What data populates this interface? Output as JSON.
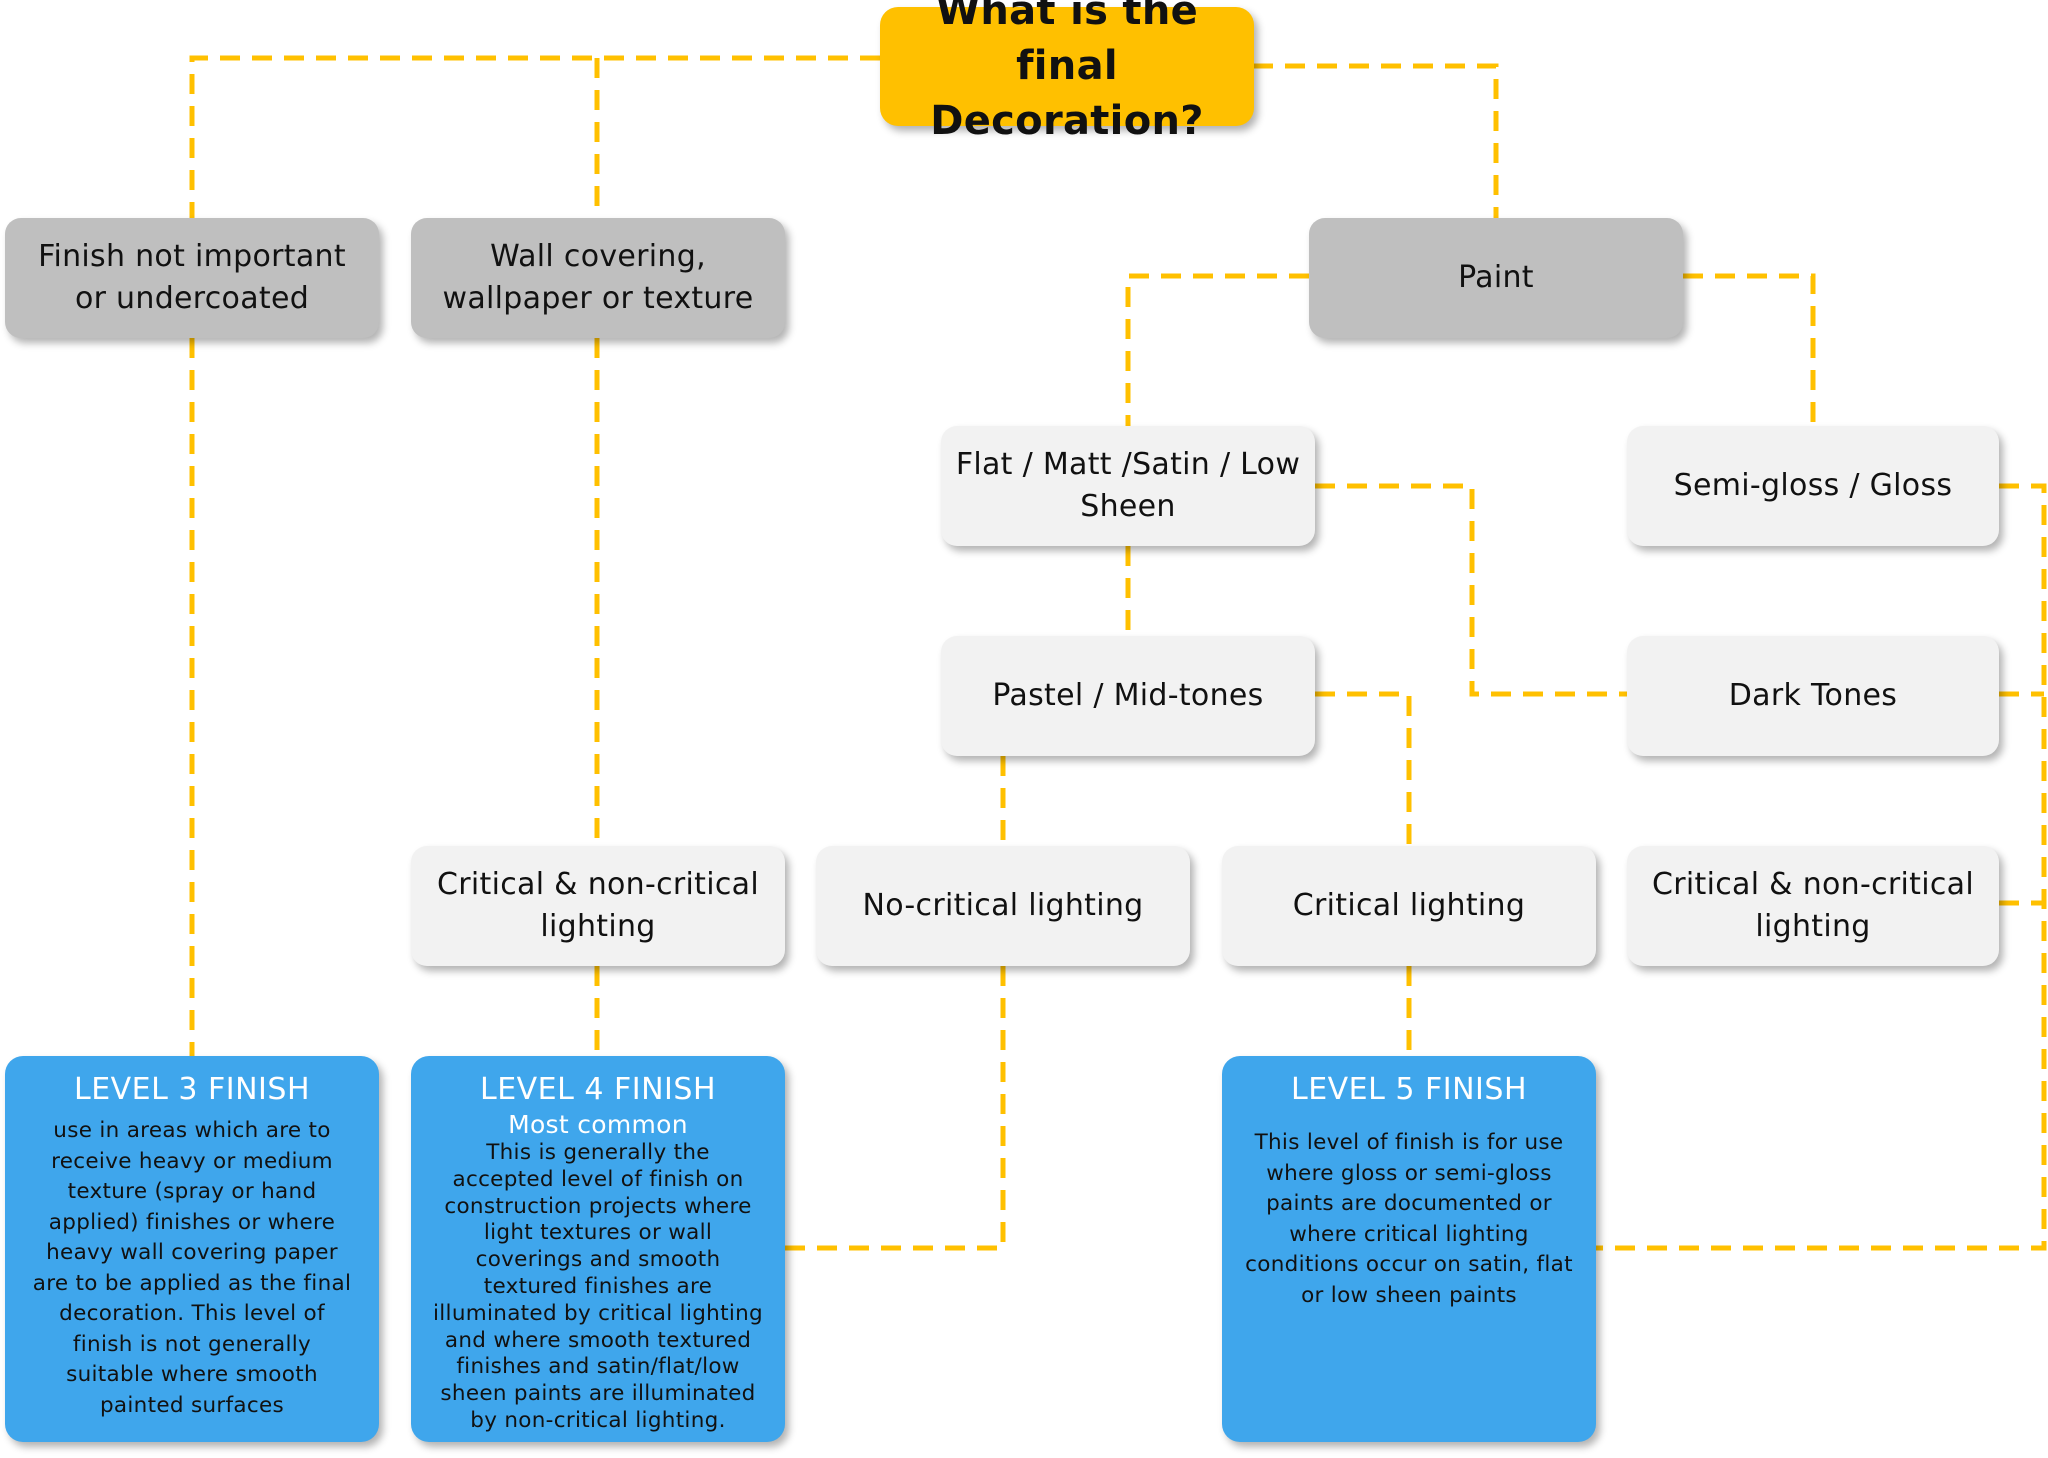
{
  "root": {
    "label": "What is the final Decoration?"
  },
  "categories": {
    "finish_not_important": "Finish not important or undercoated",
    "wall_covering": "Wall covering, wallpaper or texture",
    "paint": "Paint"
  },
  "sheen": {
    "flat": "Flat / Matt /Satin / Low Sheen",
    "gloss": "Semi-gloss / Gloss"
  },
  "tones": {
    "pastel": "Pastel / Mid-tones",
    "dark": "Dark Tones"
  },
  "lighting": {
    "critical_noncritical_left": "Critical & non-critical lighting",
    "no_critical": "No-critical lighting",
    "critical": "Critical lighting",
    "critical_noncritical_right": "Critical & non-critical lighting"
  },
  "levels": {
    "level3": {
      "title": "LEVEL 3 FINISH",
      "body": "use in areas which are to receive heavy or medium texture (spray or hand applied) finishes or where heavy wall covering paper are to be applied as the final decoration. This level of finish is not generally suitable where smooth painted surfaces"
    },
    "level4": {
      "title": "LEVEL 4 FINISH",
      "subtitle": "Most common",
      "body": "This is generally the accepted level of finish on construction projects where light textures or wall coverings and smooth textured finishes are illuminated by critical lighting and where smooth textured finishes and satin/flat/low sheen paints are illuminated by non-critical lighting."
    },
    "level5": {
      "title": "LEVEL 5 FINISH",
      "body": "This level of finish is for use where gloss or semi-gloss paints are documented or where critical lighting conditions occur on satin, flat or low sheen paints"
    }
  },
  "colors": {
    "root": "#FFC000",
    "category": "#BFBFBF",
    "option": "#F2F2F2",
    "level": "#3FA6EC",
    "connector": "#FFC000"
  }
}
